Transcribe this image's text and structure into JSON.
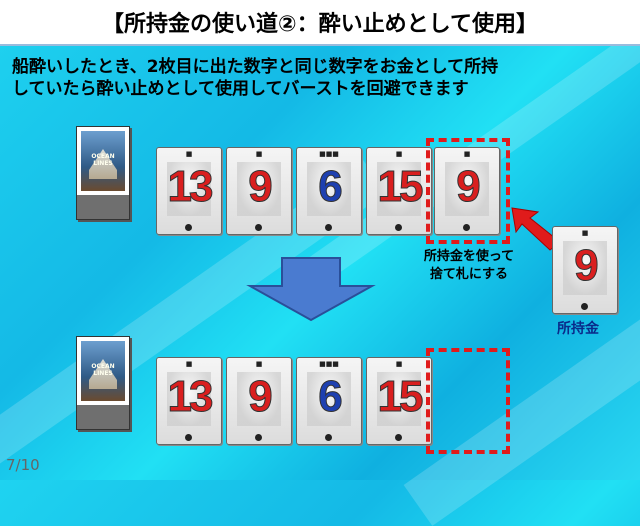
{
  "title": "【所持金の使い道②：酔い止めとして使用】",
  "description": [
    "船酔いしたとき、2枚目に出た数字と同じ数字をお金として所持",
    "していたら酔い止めとして使用してバーストを回避できます"
  ],
  "deck_logo": "OCEAN LINES",
  "top_row": [
    {
      "flag": "■",
      "num": "13",
      "color": "red"
    },
    {
      "flag": "■",
      "num": "9",
      "color": "red"
    },
    {
      "flag": "■■■",
      "num": "6",
      "color": "blue"
    },
    {
      "flag": "■",
      "num": "15",
      "color": "red"
    },
    {
      "flag": "■",
      "num": "9",
      "color": "red"
    }
  ],
  "bottom_row": [
    {
      "flag": "■",
      "num": "13",
      "color": "red"
    },
    {
      "flag": "■",
      "num": "9",
      "color": "red"
    },
    {
      "flag": "■■■",
      "num": "6",
      "color": "blue"
    },
    {
      "flag": "■",
      "num": "15",
      "color": "red"
    }
  ],
  "money_card": {
    "flag": "■",
    "num": "9",
    "color": "red"
  },
  "discard_note": [
    "所持金を使って",
    "捨て札にする"
  ],
  "money_label": "所持金",
  "page_number": "7/10",
  "colors": {
    "accent_red": "#e01b1b",
    "arrow_blue": "#4a7bd0",
    "text_blue": "#0a2a8a"
  }
}
